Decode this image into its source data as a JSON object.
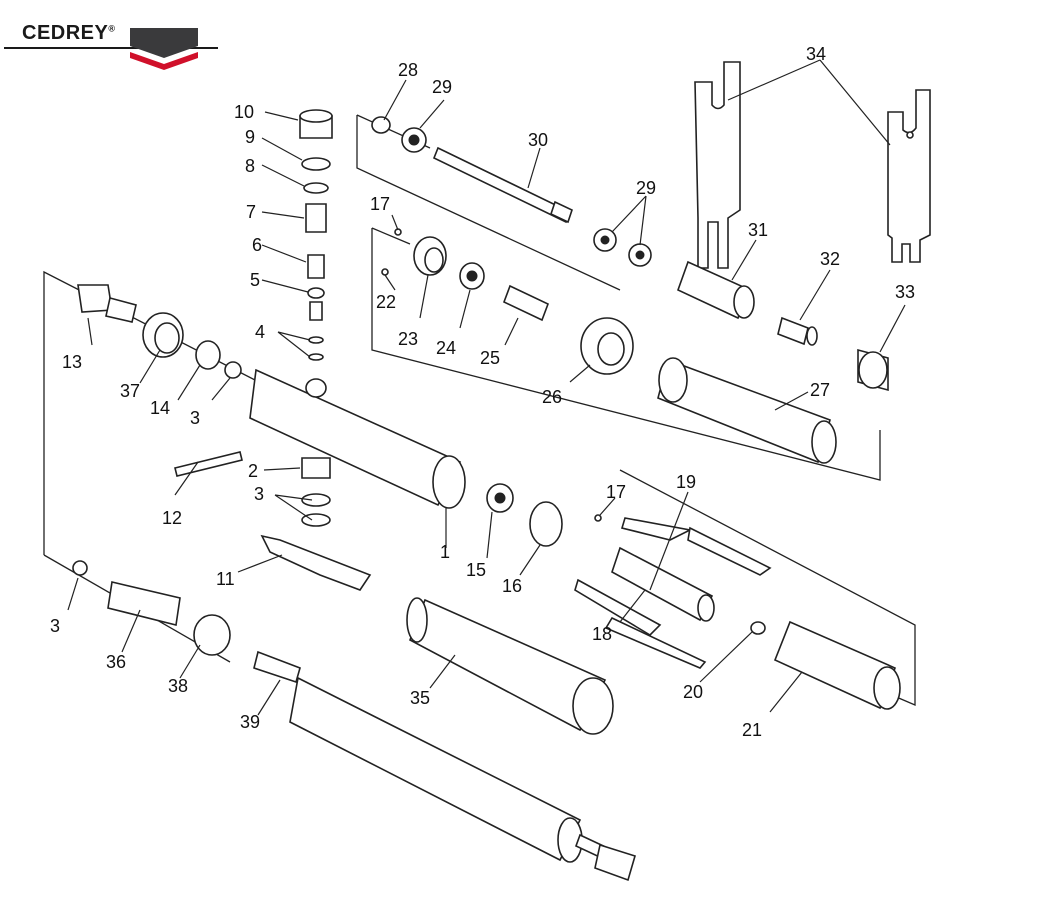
{
  "brand": {
    "name": "CEDREY",
    "registered": "®",
    "colors": {
      "dark": "#3a3a3c",
      "red": "#d0102a",
      "text": "#1a1a1a"
    }
  },
  "diagram": {
    "part_numbers": [
      "1",
      "2",
      "3",
      "4",
      "5",
      "6",
      "7",
      "8",
      "9",
      "10",
      "11",
      "12",
      "13",
      "14",
      "15",
      "16",
      "17",
      "18",
      "19",
      "20",
      "21",
      "22",
      "23",
      "24",
      "25",
      "26",
      "27",
      "28",
      "29",
      "30",
      "31",
      "32",
      "33",
      "34",
      "35",
      "36",
      "37",
      "38",
      "39"
    ],
    "callouts": [
      {
        "id": "c10",
        "text": "10"
      },
      {
        "id": "c9",
        "text": "9"
      },
      {
        "id": "c8",
        "text": "8"
      },
      {
        "id": "c7",
        "text": "7"
      },
      {
        "id": "c6",
        "text": "6"
      },
      {
        "id": "c5",
        "text": "5"
      },
      {
        "id": "c4",
        "text": "4"
      },
      {
        "id": "c13",
        "text": "13"
      },
      {
        "id": "c37",
        "text": "37"
      },
      {
        "id": "c14",
        "text": "14"
      },
      {
        "id": "c3a",
        "text": "3"
      },
      {
        "id": "c12",
        "text": "12"
      },
      {
        "id": "c2",
        "text": "2"
      },
      {
        "id": "c3b",
        "text": "3"
      },
      {
        "id": "c11",
        "text": "11"
      },
      {
        "id": "c1",
        "text": "1"
      },
      {
        "id": "c15",
        "text": "15"
      },
      {
        "id": "c16",
        "text": "16"
      },
      {
        "id": "c17a",
        "text": "17"
      },
      {
        "id": "c22",
        "text": "22"
      },
      {
        "id": "c23",
        "text": "23"
      },
      {
        "id": "c24",
        "text": "24"
      },
      {
        "id": "c25",
        "text": "25"
      },
      {
        "id": "c26",
        "text": "26"
      },
      {
        "id": "c27",
        "text": "27"
      },
      {
        "id": "c28",
        "text": "28"
      },
      {
        "id": "c29a",
        "text": "29"
      },
      {
        "id": "c30",
        "text": "30"
      },
      {
        "id": "c29b",
        "text": "29"
      },
      {
        "id": "c31",
        "text": "31"
      },
      {
        "id": "c32",
        "text": "32"
      },
      {
        "id": "c33",
        "text": "33"
      },
      {
        "id": "c34",
        "text": "34"
      },
      {
        "id": "c17b",
        "text": "17"
      },
      {
        "id": "c19",
        "text": "19"
      },
      {
        "id": "c18",
        "text": "18"
      },
      {
        "id": "c20",
        "text": "20"
      },
      {
        "id": "c21",
        "text": "21"
      },
      {
        "id": "c3c",
        "text": "3"
      },
      {
        "id": "c36",
        "text": "36"
      },
      {
        "id": "c38",
        "text": "38"
      },
      {
        "id": "c39",
        "text": "39"
      },
      {
        "id": "c35",
        "text": "35"
      }
    ]
  }
}
